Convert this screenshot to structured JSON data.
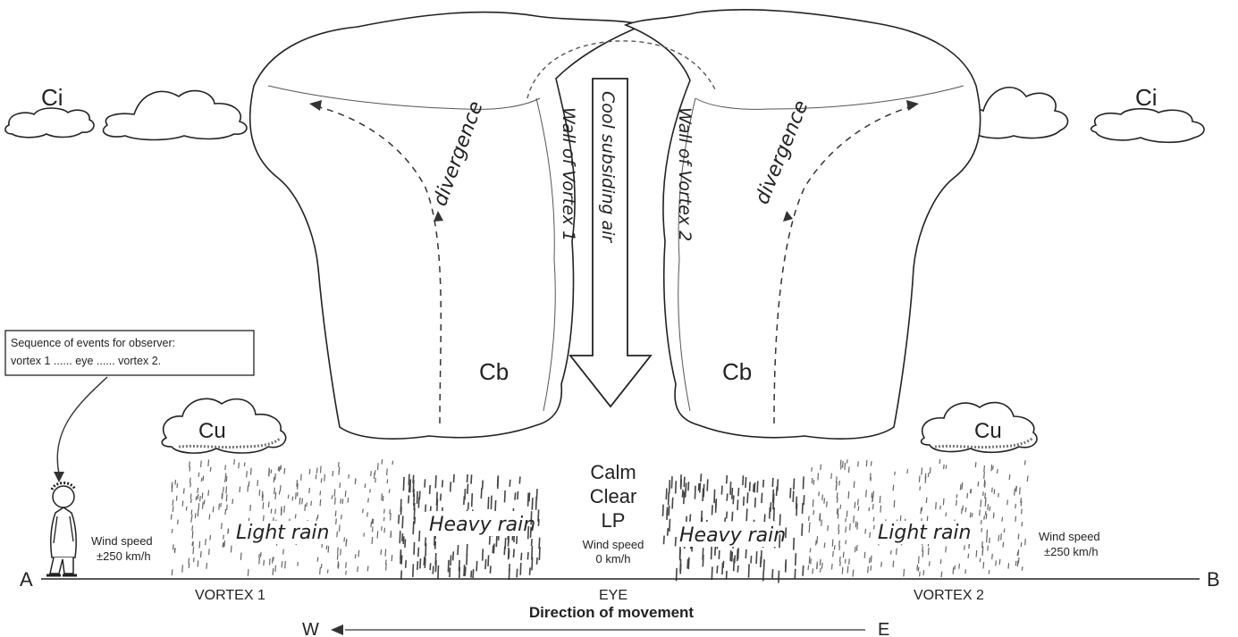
{
  "labels": {
    "ci_left": "Ci",
    "ci_right": "Ci",
    "cb_left": "Cb",
    "cb_right": "Cb",
    "cu_left": "Cu",
    "cu_right": "Cu",
    "divergence_left": "divergence",
    "divergence_right": "divergence",
    "wall_vortex_1": "Wall of Vortex 1",
    "wall_vortex_2": "Wall of Vortex 2",
    "cool_air": "Cool subsiding air",
    "eye_line1": "Calm",
    "eye_line2": "Clear",
    "eye_line3": "LP",
    "heavy_rain_left": "Heavy rain",
    "heavy_rain_right": "Heavy rain",
    "light_rain_left": "Light rain",
    "light_rain_right": "Light rain"
  },
  "wind": {
    "label": "Wind speed",
    "left_value": "±250 km/h",
    "eye_value": "0 km/h",
    "right_value": "±250 km/h"
  },
  "observer_note": {
    "line1": "Sequence of events for observer:",
    "line2": "vortex 1 ...... eye ...... vortex 2."
  },
  "ground": {
    "point_a": "A",
    "point_b": "B",
    "vortex_1": "VORTEX 1",
    "eye": "EYE",
    "vortex_2": "VORTEX 2"
  },
  "movement": {
    "label": "Direction of movement",
    "west": "W",
    "east": "E"
  },
  "colors": {
    "ink": "#222222",
    "rain": "#555555"
  }
}
